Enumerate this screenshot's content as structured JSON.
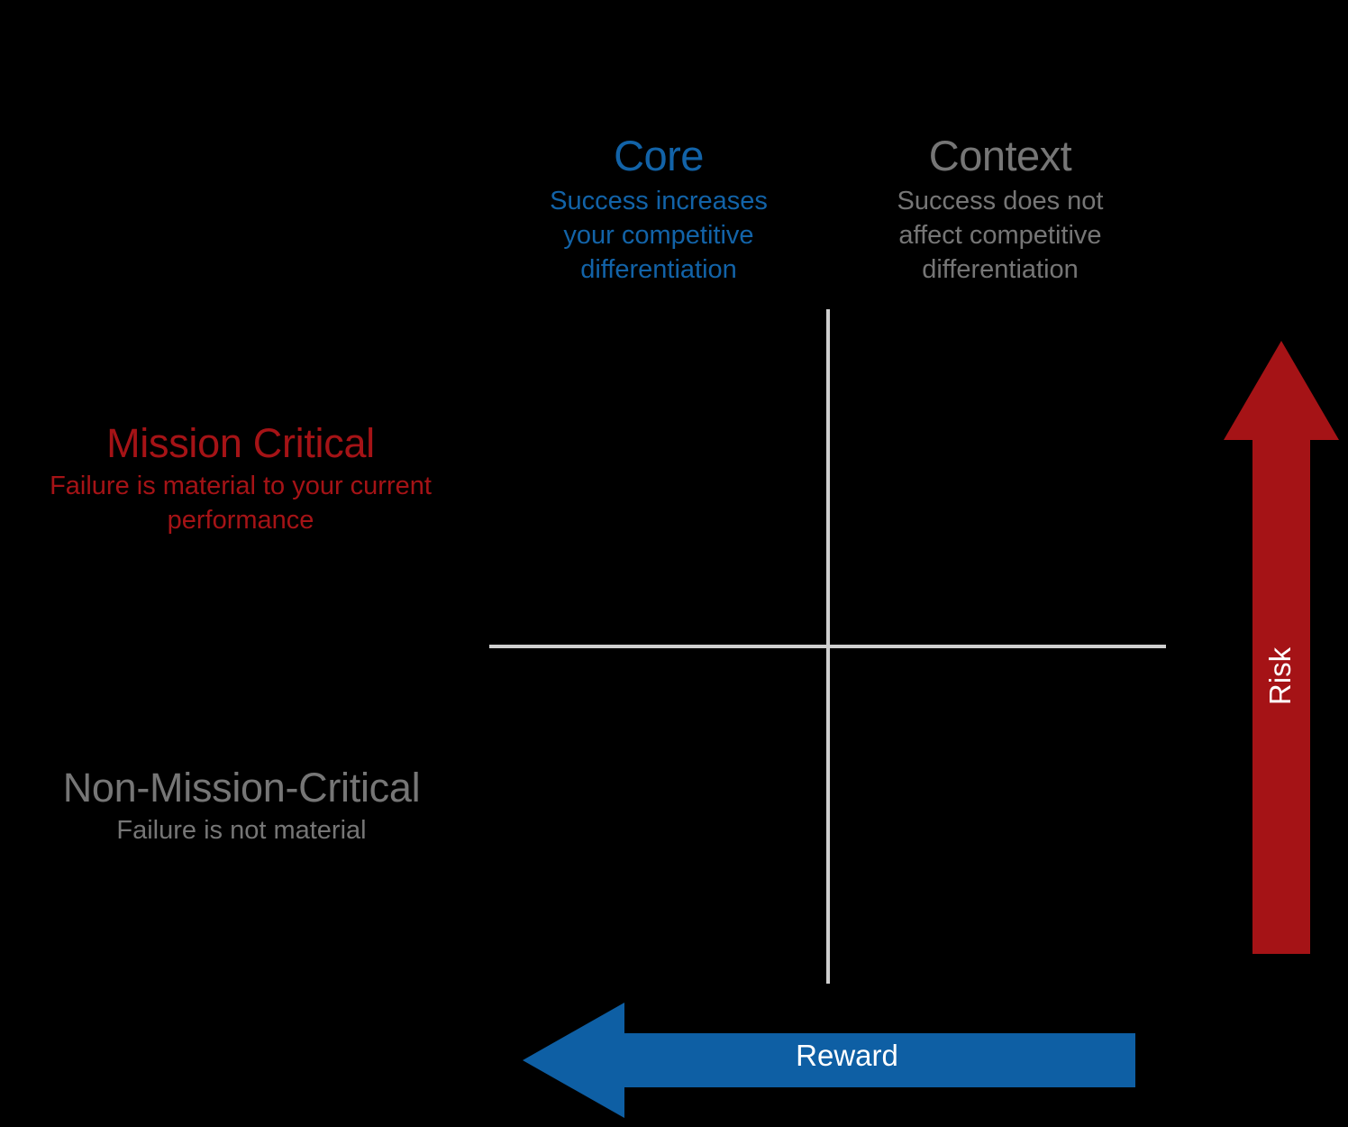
{
  "diagram": {
    "type": "2x2-matrix",
    "background_color": "#000000",
    "axis_color": "#cfcfcf",
    "columns": [
      {
        "id": "core",
        "title": "Core",
        "subtitle": "Success increases your competitive differentiation",
        "color": "#1263a8"
      },
      {
        "id": "context",
        "title": "Context",
        "subtitle": "Success does not affect competitive differentiation",
        "color": "#767676"
      }
    ],
    "rows": [
      {
        "id": "mission-critical",
        "title": "Mission Critical",
        "subtitle": "Failure is material to your current performance",
        "color": "#a51316"
      },
      {
        "id": "non-mission-critical",
        "title": "Non-Mission-Critical",
        "subtitle": "Failure is not material",
        "color": "#767676"
      }
    ],
    "arrows": [
      {
        "id": "risk",
        "label": "Risk",
        "direction": "up",
        "orientation": "vertical",
        "color": "#a51316",
        "label_color": "#ffffff"
      },
      {
        "id": "reward",
        "label": "Reward",
        "direction": "left",
        "orientation": "horizontal",
        "color": "#0e5fa4",
        "label_color": "#ffffff"
      }
    ]
  }
}
